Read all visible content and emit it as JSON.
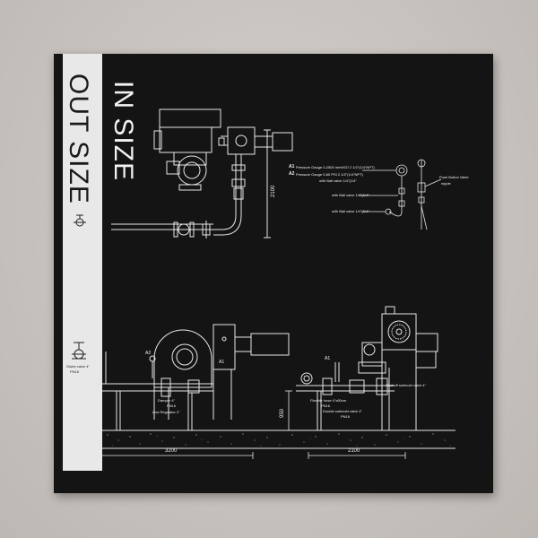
{
  "poster": {
    "band_title": "OUT SIZE",
    "dark_title": "IN SIZE",
    "globe_valve_label": "Globe valve 4\"",
    "globe_valve_rating": "PN16"
  },
  "top_section": {
    "dimension_vertical": "2100",
    "legend_a1": "A1",
    "legend_a1_text": "Pressure Gauge 0-2500 mmH2O 2 1/2\"(1/4\"NPT)",
    "legend_a2": "A2",
    "legend_a2_text": "Pressure Gauge 0-60 PSI 2 1/2\"(1/4\"NPT)",
    "legend_ball_valve_1": "with Ball valve 1/4\"(1/4\"",
    "legend_ball_valve_2": "with Ball valve 1/4\"(1/4\"",
    "legend_ball_valve_3": "with Ball valve 1/4\"(1/4\"",
    "push_button_valve": "Push Button Valve",
    "nipple": "nipple"
  },
  "bottom_left": {
    "a2_label": "A2",
    "a1_label": "A1",
    "damper_label": "Damper 4\"",
    "damper_rating": "PN16",
    "low_regulator_label": "Low Regulator 2\"",
    "dimension_horizontal": "3200"
  },
  "bottom_right": {
    "a1_label": "A1",
    "flexible_hose_label": "Flexible hose 4\"x60cm",
    "flexible_hose_rating": "PN16",
    "double_solenoid_label": "Double solenoid valve 4\"",
    "double_solenoid_rating": "PN16",
    "shut_off_label": "Shut off solenoid valve 4\"",
    "dimension_vertical": "950",
    "dimension_horizontal": "2100"
  }
}
